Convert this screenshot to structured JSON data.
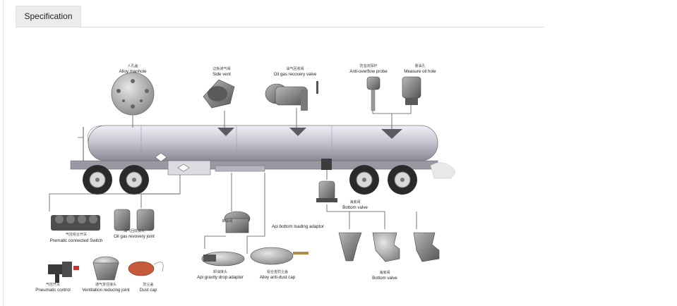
{
  "tab": {
    "label": "Specification"
  },
  "diagram": {
    "components": {
      "alloy_manhole": {
        "zh": "人孔盖",
        "en": "Alloy manhole"
      },
      "side_vent": {
        "zh": "边板通气阀",
        "en": "Side vent"
      },
      "oil_gas_recovery_valve": {
        "zh": "油气回收阀",
        "en": "Oil gas recovery valve"
      },
      "anti_overflow_probe": {
        "zh": "防溢流探杆",
        "en": "Anti-overflow probe"
      },
      "measure_oil_hole": {
        "zh": "量油孔",
        "en": "Measure oil hole"
      },
      "bottom_valve_top": {
        "zh": "海底阀",
        "en": "Bottom valve"
      },
      "pneumatic_connected_switch": {
        "zh": "气控组合开关",
        "en": "Prematic connected Switch"
      },
      "oil_gas_recovery_joint": {
        "zh": "油气回收接头",
        "en": "Oil gas revovery joint"
      },
      "api_bottom_loading_adaptor": {
        "zh": "卸油阀",
        "en": "Api bottom loading adaptor"
      },
      "pneumatic_control": {
        "zh": "气控开关",
        "en": "Pneumatic control"
      },
      "ventilation_reducing_joint": {
        "zh": "通气变径接头",
        "en": "Ventilation reducing joint"
      },
      "dust_cap": {
        "zh": "防尘盖",
        "en": "Dust cap"
      },
      "api_gravity_drop_adapter": {
        "zh": "卸油接头",
        "en": "Api gravity drop adapter"
      },
      "alloy_anti_dust_cap": {
        "zh": "铝合金防尘盖",
        "en": "Alloy anti-dust cap"
      },
      "bottom_valve_bottom": {
        "zh": "海底阀",
        "en": "Bottom valve"
      }
    },
    "colors": {
      "tank": "#c9c6d2",
      "parts": "#6d6d6d",
      "leader_lines": "#555555"
    }
  }
}
